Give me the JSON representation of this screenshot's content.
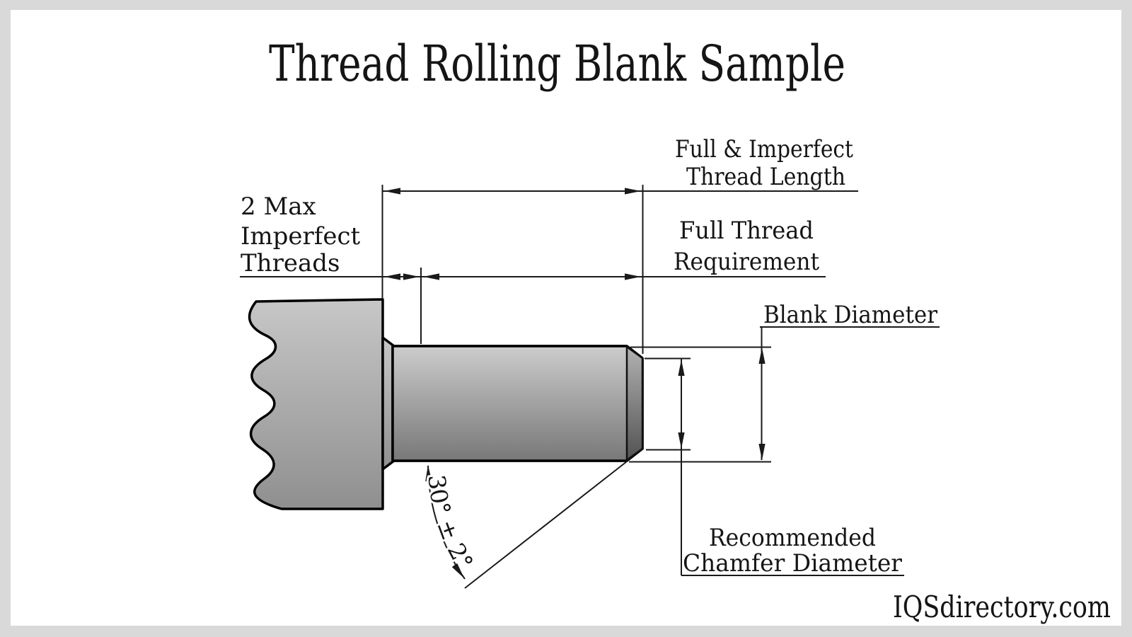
{
  "title": "Thread Rolling Blank Sample",
  "watermark": "IQSdirectory.com",
  "labels": {
    "max_imperfect_threads": {
      "line1": "2 Max",
      "line2": "Imperfect",
      "line3": "Threads"
    },
    "full_imperfect_length": {
      "line1": "Full & Imperfect",
      "line2": "Thread Length"
    },
    "full_thread_requirement": {
      "line1": "Full Thread",
      "line2": "Requirement"
    },
    "blank_diameter": "Blank Diameter",
    "recommended_chamfer": {
      "line1": "Recommended",
      "line2": "Chamfer Diameter"
    },
    "chamfer_angle": "30° ± 2°"
  },
  "colors": {
    "paper": "#ffffff",
    "frame": "#d9d9d9",
    "ink": "#151515",
    "line": "#1a1a1a",
    "metal-light": "#cccccc",
    "metal-dark": "#787878",
    "head-light": "#c7c7c7",
    "head-dark": "#8f8f8f",
    "chamfer-light": "#b2b2b2",
    "chamfer-dark": "#525252"
  }
}
